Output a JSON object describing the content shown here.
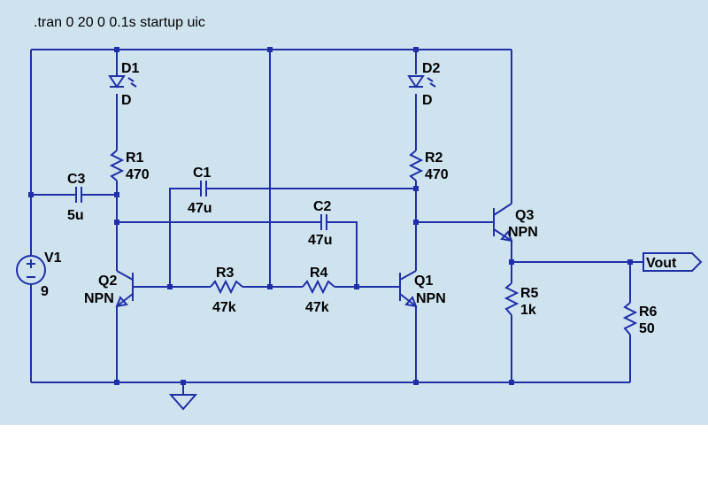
{
  "directive": ".tran 0 20 0 0.1s startup uic",
  "colors": {
    "background": "#cfe3ef",
    "wire": "#1f2fa8",
    "text": "#000000",
    "page": "#ffffff"
  },
  "components": {
    "D1": {
      "name": "D1",
      "value": "D"
    },
    "D2": {
      "name": "D2",
      "value": "D"
    },
    "R1": {
      "name": "R1",
      "value": "470"
    },
    "R2": {
      "name": "R2",
      "value": "470"
    },
    "C1": {
      "name": "C1",
      "value": "47u"
    },
    "C2": {
      "name": "C2",
      "value": "47u"
    },
    "C3": {
      "name": "C3",
      "value": "5u"
    },
    "R3": {
      "name": "R3",
      "value": "47k"
    },
    "R4": {
      "name": "R4",
      "value": "47k"
    },
    "R5": {
      "name": "R5",
      "value": "1k"
    },
    "R6": {
      "name": "R6",
      "value": "50"
    },
    "V1": {
      "name": "V1",
      "value": "9"
    },
    "Q1": {
      "name": "Q1",
      "value": "NPN"
    },
    "Q2": {
      "name": "Q2",
      "value": "NPN"
    },
    "Q3": {
      "name": "Q3",
      "value": "NPN"
    }
  },
  "net_labels": {
    "vout": "Vout"
  }
}
